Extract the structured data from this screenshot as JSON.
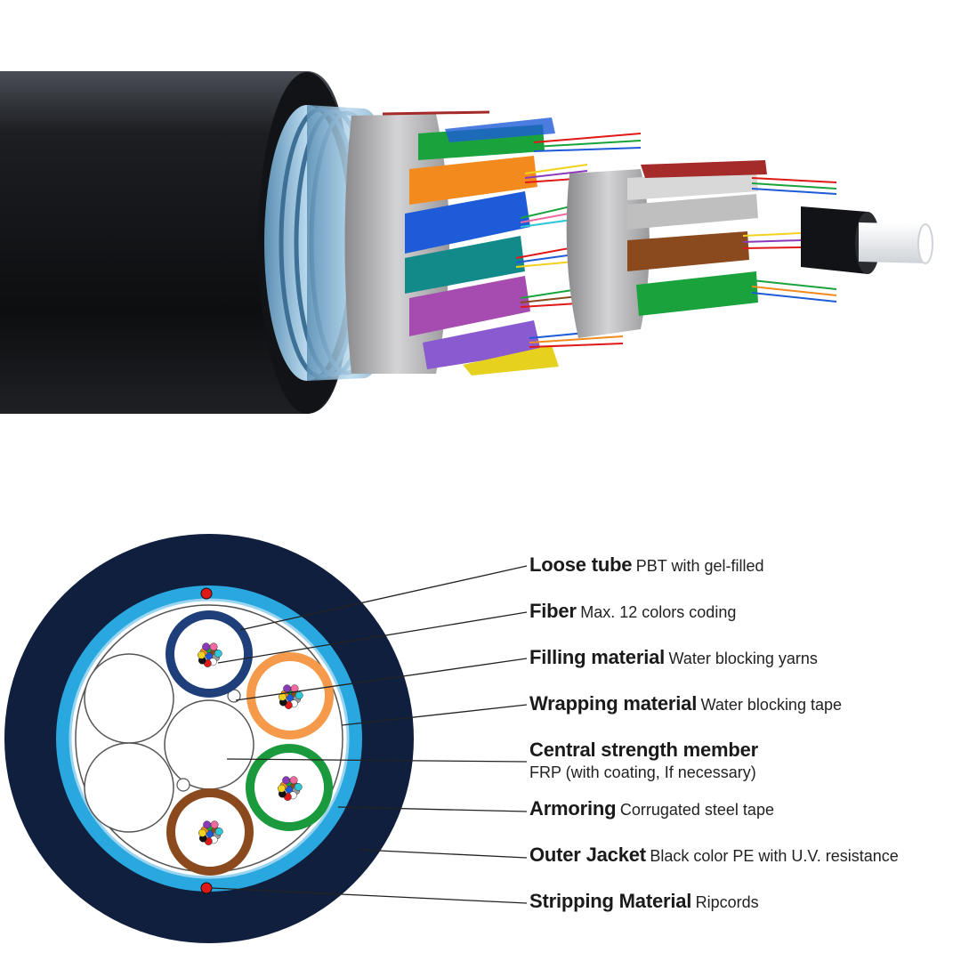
{
  "layers": [
    {
      "title": "Loose tube",
      "desc": "PBT with gel-filled"
    },
    {
      "title": "Fiber",
      "desc": "Max. 12 colors coding"
    },
    {
      "title": "Filling material",
      "desc": "Water blocking yarns"
    },
    {
      "title": "Wrapping material",
      "desc": "Water blocking tape"
    },
    {
      "title": "Central strength member",
      "desc": "FRP (with coating, If necessary)"
    },
    {
      "title": "Armoring",
      "desc": "Corrugated steel tape"
    },
    {
      "title": "Outer Jacket",
      "desc": "Black color PE with U.V. resistance"
    },
    {
      "title": "Stripping Material",
      "desc": "Ripcords"
    }
  ],
  "colors": {
    "jacket": "#0f1f3d",
    "armor": "#29a8e0",
    "tube_blue": "#1e3f7a",
    "tube_orange": "#f59a4a",
    "tube_green": "#1a9a3c",
    "tube_brown": "#8a4a1e",
    "ripcord": "#e01818"
  },
  "fiber_colors": [
    "#1e5bd8",
    "#f28a1e",
    "#1aa33c",
    "#8a4a1e",
    "#9a9a9a",
    "#ffffff",
    "#e01818",
    "#111111",
    "#f2d21e",
    "#8a3ab8",
    "#f06aa0",
    "#2ec8d8"
  ]
}
